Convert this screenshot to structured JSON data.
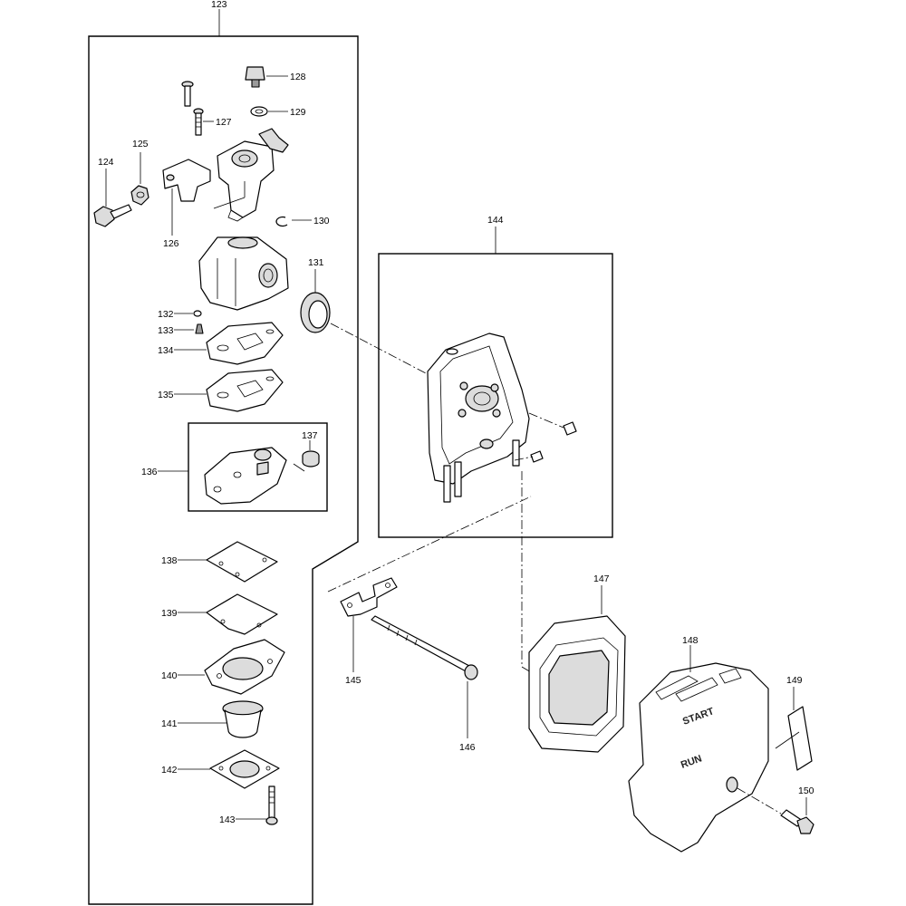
{
  "callouts": {
    "c123": "123",
    "c124": "124",
    "c125": "125",
    "c126": "126",
    "c127": "127",
    "c128": "128",
    "c129": "129",
    "c130": "130",
    "c131": "131",
    "c132": "132",
    "c133": "133",
    "c134": "134",
    "c135": "135",
    "c136": "136",
    "c137": "137",
    "c138": "138",
    "c139": "139",
    "c140": "140",
    "c141": "141",
    "c142": "142",
    "c143": "143",
    "c144": "144",
    "c145": "145",
    "c146": "146",
    "c147": "147",
    "c148": "148",
    "c149": "149",
    "c150": "150"
  },
  "cover_labels": {
    "start": "START",
    "run": "RUN"
  }
}
